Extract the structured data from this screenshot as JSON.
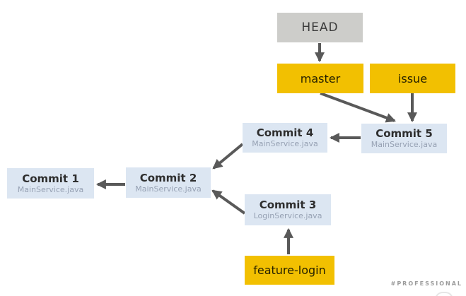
{
  "colors": {
    "head_fill": "#cdcdca",
    "head_text": "#3a3a3a",
    "branch_fill": "#f2c001",
    "branch_text": "#231f00",
    "commit_fill": "#dce6f2",
    "commit_text": "#2e2e2e",
    "commit_file_text": "#97a2b4",
    "arrow": "#595959",
    "watermark_text": "#9b9b9b"
  },
  "nodes": {
    "head": {
      "label": "HEAD",
      "type": "head"
    },
    "master": {
      "label": "master",
      "type": "branch"
    },
    "issue": {
      "label": "issue",
      "type": "branch"
    },
    "feature_login": {
      "label": "feature-login",
      "type": "branch"
    },
    "commit1": {
      "label": "Commit 1",
      "file": "MainService.java",
      "type": "commit"
    },
    "commit2": {
      "label": "Commit 2",
      "file": "MainService.java",
      "type": "commit"
    },
    "commit3": {
      "label": "Commit 3",
      "file": "LoginService.java",
      "type": "commit"
    },
    "commit4": {
      "label": "Commit 4",
      "file": "MainService.java",
      "type": "commit"
    },
    "commit5": {
      "label": "Commit 5",
      "file": "MainService.java",
      "type": "commit"
    }
  },
  "edges": [
    {
      "from": "HEAD",
      "to": "master"
    },
    {
      "from": "master",
      "to": "Commit 5"
    },
    {
      "from": "issue",
      "to": "Commit 5"
    },
    {
      "from": "Commit 5",
      "to": "Commit 4"
    },
    {
      "from": "Commit 4",
      "to": "Commit 2"
    },
    {
      "from": "Commit 2",
      "to": "Commit 1"
    },
    {
      "from": "Commit 3",
      "to": "Commit 2"
    },
    {
      "from": "feature-login",
      "to": "Commit 3"
    }
  ],
  "watermark": "#PROFESSIONAL"
}
